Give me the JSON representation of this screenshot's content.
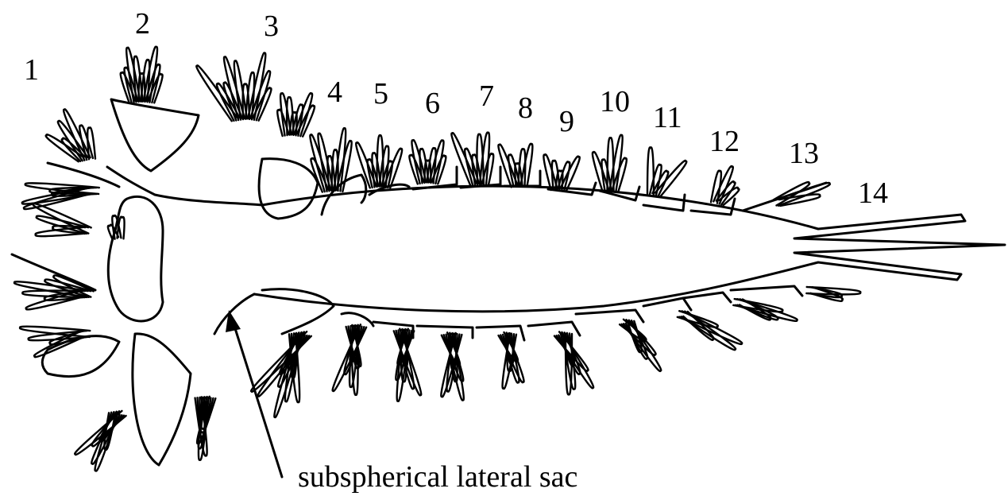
{
  "diagram": {
    "segment_labels": [
      "1",
      "2",
      "3",
      "4",
      "5",
      "6",
      "7",
      "8",
      "9",
      "10",
      "11",
      "12",
      "13",
      "14"
    ],
    "annotation": "subspherical lateral sac",
    "ink_color": "#000000",
    "background": "#ffffff"
  }
}
